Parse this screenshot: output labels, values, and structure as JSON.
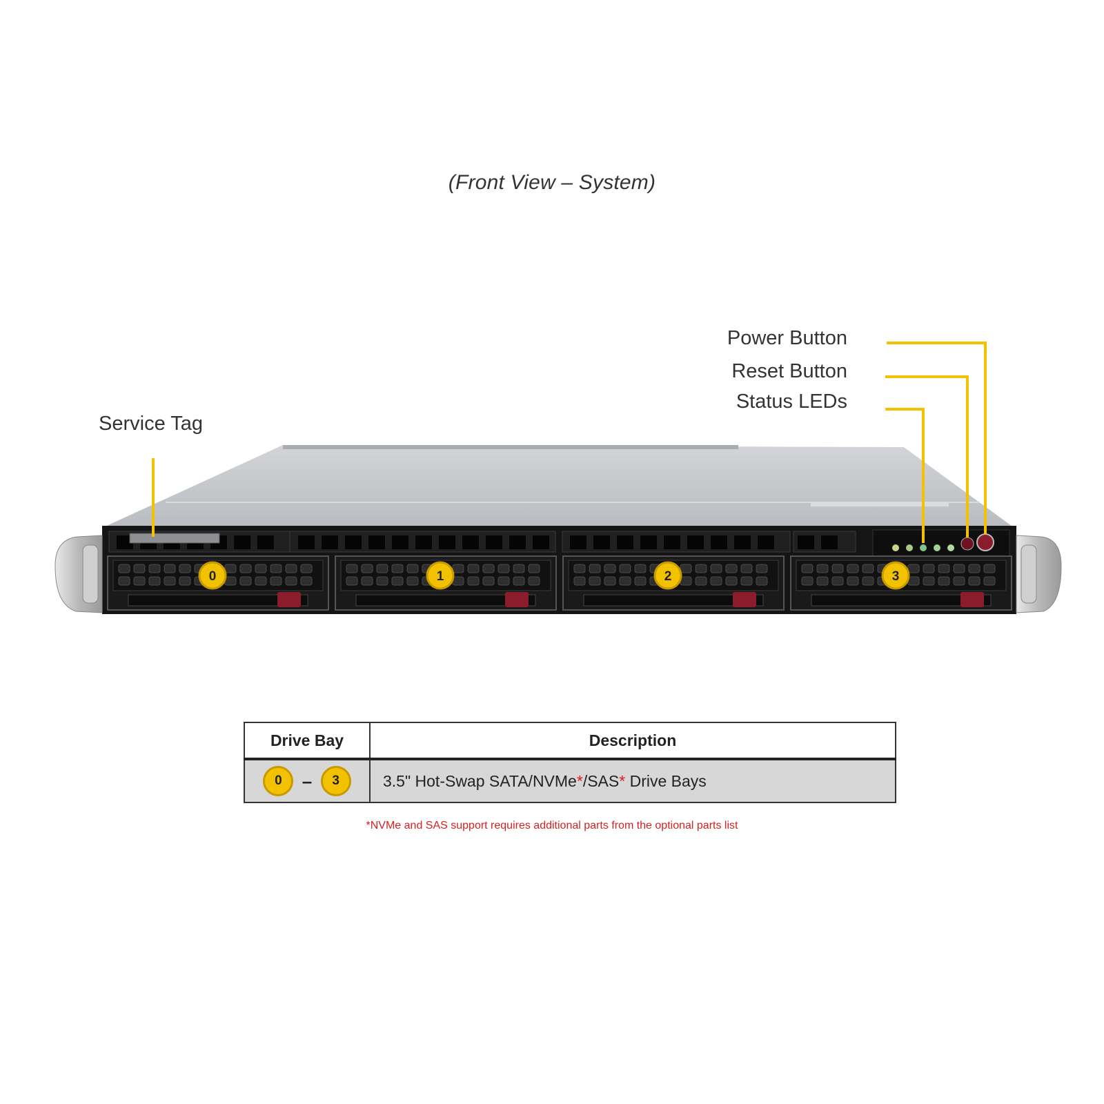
{
  "caption": "(Front View – System)",
  "callouts": {
    "power": "Power Button",
    "reset": "Reset Button",
    "status": "Status LEDs",
    "service": "Service Tag"
  },
  "drive_bays": [
    "0",
    "1",
    "2",
    "3"
  ],
  "table": {
    "header_bay": "Drive Bay",
    "header_desc": "Description",
    "row": {
      "bay_start": "0",
      "bay_dash": "–",
      "bay_end": "3",
      "desc_part1": "3.5\" Hot-Swap SATA/NVMe",
      "desc_star1": "*",
      "desc_part2": "/SAS",
      "desc_star2": "*",
      "desc_part3": " Drive Bays"
    }
  },
  "footnote": "*NVMe and SAS support requires additional parts from the optional parts list",
  "colors": {
    "callout_line": "#f2c200",
    "badge": "#f2c200",
    "chassis_top": "#c4c6c9",
    "front_panel": "#151515",
    "handle": "#8a1c2b",
    "footnote": "#d62020"
  }
}
